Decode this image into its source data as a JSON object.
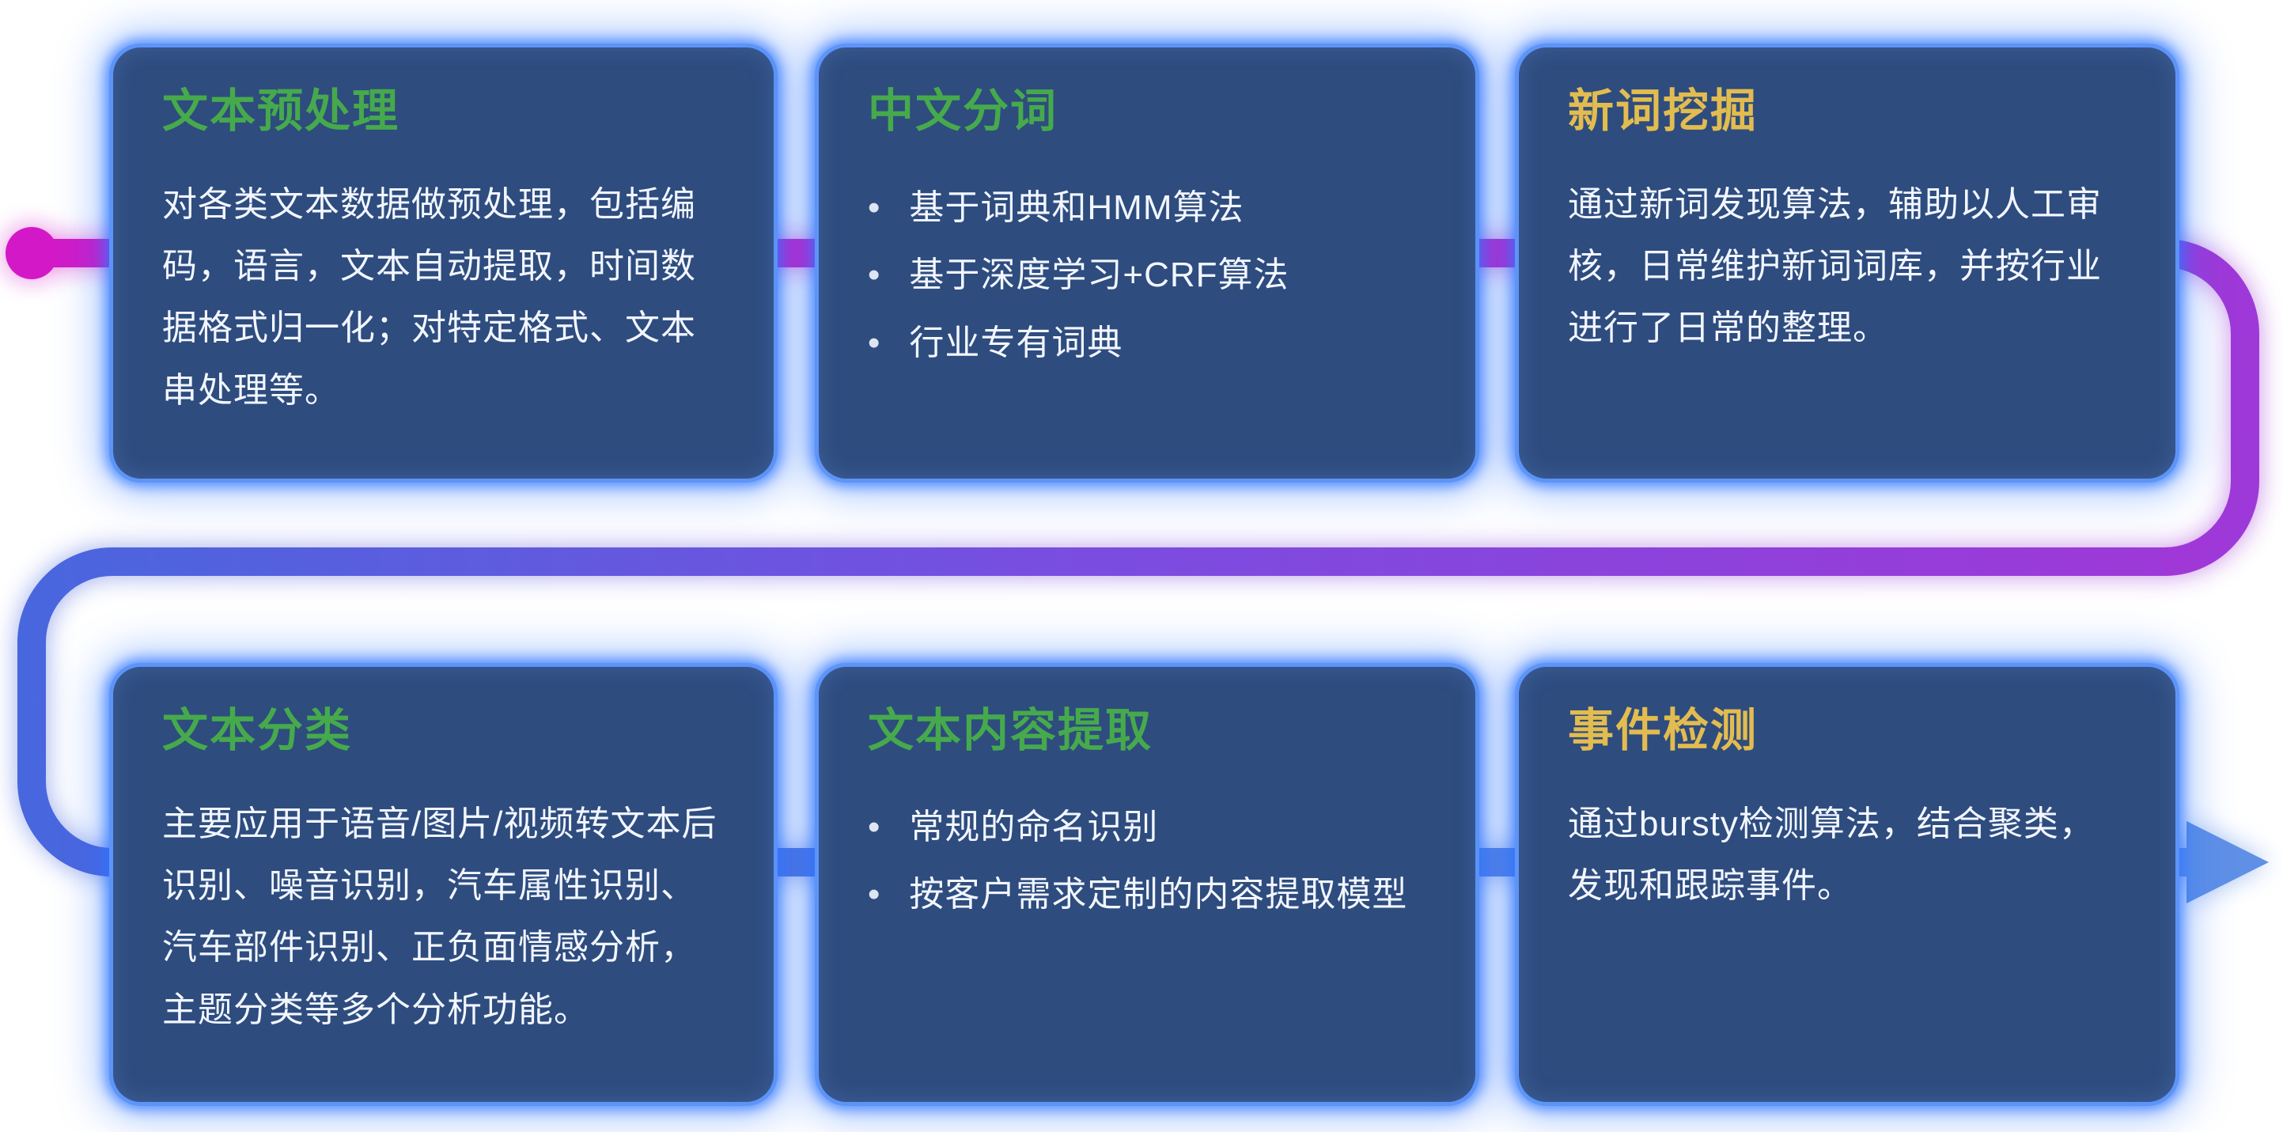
{
  "colors": {
    "card_background": "#2e4c7e",
    "card_border_glow": "#3b7bff",
    "title_green": "#46aa4c",
    "title_yellow": "#e3bc4f",
    "body_text": "#f2f6ff",
    "flow_start_magenta": "#d319c7",
    "flow_mid_purple": "#9d39d8",
    "flow_end_blue": "#5f90e6"
  },
  "icons": {
    "flow_start_dot": "filled-circle",
    "flow_end_arrow": "triangle-right",
    "bullet": "•"
  },
  "bullet_glyph": "•",
  "cards": [
    {
      "title": "文本预处理",
      "title_color": "green",
      "body": "对各类文本数据做预处理，包括编码，语言，文本自动提取，时间数据格式归一化；对特定格式、文本串处理等。"
    },
    {
      "title": "中文分词",
      "title_color": "green",
      "bullets": [
        "基于词典和HMM算法",
        "基于深度学习+CRF算法",
        "行业专有词典"
      ]
    },
    {
      "title": "新词挖掘",
      "title_color": "yellow",
      "body": "通过新词发现算法，辅助以人工审核，日常维护新词词库，并按行业进行了日常的整理。"
    },
    {
      "title": "文本分类",
      "title_color": "green",
      "body": "主要应用于语音/图片/视频转文本后识别、噪音识别，汽车属性识别、汽车部件识别、正负面情感分析，主题分类等多个分析功能。"
    },
    {
      "title": "文本内容提取",
      "title_color": "green",
      "bullets": [
        "常规的命名识别",
        "按客户需求定制的内容提取模型"
      ]
    },
    {
      "title": "事件检测",
      "title_color": "yellow",
      "body": "通过bursty检测算法，结合聚类，发现和跟踪事件。"
    }
  ]
}
